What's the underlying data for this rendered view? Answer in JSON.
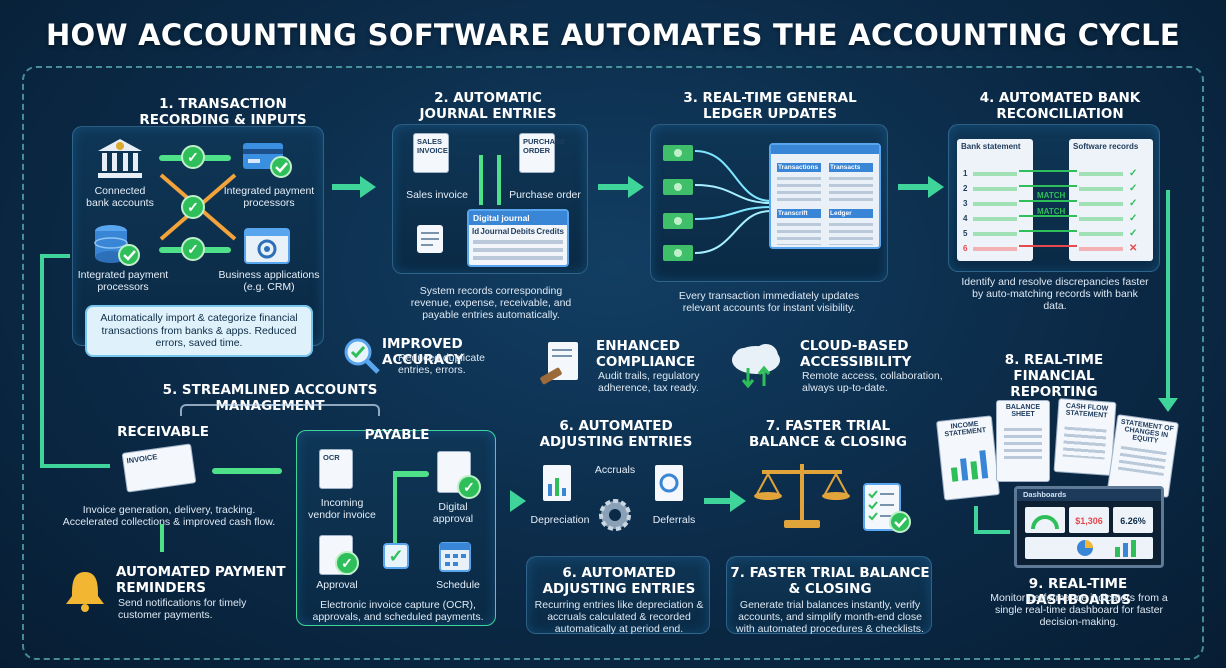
{
  "title": "HOW ACCOUNTING SOFTWARE AUTOMATES THE ACCOUNTING CYCLE",
  "sec1": {
    "title1": "1. TRANSACTION",
    "title2": "RECORDING & INPUTS",
    "bank1": "Connected",
    "bank2": "bank accounts",
    "pay1": "Integrated payment",
    "pay2": "processors",
    "pay3": "Integrated payment",
    "pay4": "processors",
    "biz1": "Business applications",
    "biz2": "(e.g. CRM)",
    "callout": "Automatically import & categorize financial transactions from banks & apps. Reduced errors, saved time."
  },
  "sec2": {
    "title1": "2. AUTOMATIC",
    "title2": "JOURNAL ENTRIES",
    "sales_doc": "SALES INVOICE",
    "purchase_doc": "PURCHASE ORDER",
    "sales": "Sales invoice",
    "purchase": "Purchase order",
    "journal": "Digital journal",
    "col_id": "Id",
    "col_journal": "Journal",
    "col_debits": "Debits",
    "col_credits": "Credits",
    "desc": "System records corresponding revenue, expense, receivable, and payable entries automatically."
  },
  "sec3": {
    "title1": "3. REAL-TIME GENERAL",
    "title2": "LEDGER UPDATES",
    "t1": "Transactions",
    "t2": "Transacts",
    "t3": "Transcrift",
    "t4": "Ledger",
    "desc": "Every transaction immediately updates relevant accounts for instant visibility."
  },
  "sec4": {
    "title1": "4. AUTOMATED BANK",
    "title2": "RECONCILIATION",
    "bank_statement": "Bank statement",
    "software_records": "Software records",
    "rows": [
      "1",
      "2",
      "3",
      "4",
      "5",
      "6"
    ],
    "match1": "MATCH",
    "match2": "MATCH",
    "desc": "Identify and resolve discrepancies faster by auto-matching records with bank data."
  },
  "accuracy": {
    "title": "IMPROVED ACCURACY",
    "desc": "Reduced duplicate entries, errors."
  },
  "compliance": {
    "title1": "ENHANCED",
    "title2": "COMPLIANCE",
    "desc": "Audit trails, regulatory adherence, tax ready."
  },
  "cloud": {
    "title1": "CLOUD-BASED",
    "title2": "ACCESSIBILITY",
    "desc": "Remote access, collaboration, always up-to-date."
  },
  "sec5": {
    "title": "5. STREAMLINED ACCOUNTS MANAGEMENT",
    "receivable": "RECEIVABLE",
    "payable": "PAYABLE",
    "invoice": "INVOICE",
    "rec_desc": "Invoice generation, delivery, tracking. Accelerated collections & improved cash flow.",
    "ocr": "OCR",
    "incoming1": "Incoming",
    "incoming2": "vendor invoice",
    "digital1": "Digital",
    "digital2": "approval",
    "approval": "Approval",
    "schedule": "Schedule",
    "pay_desc": "Electronic invoice capture (OCR), approvals, and scheduled payments.",
    "reminder_title1": "AUTOMATED PAYMENT",
    "reminder_title2": "REMINDERS",
    "reminder_desc": "Send notifications for timely customer payments."
  },
  "sec6": {
    "title1": "6. AUTOMATED",
    "title2": "ADJUSTING ENTRIES",
    "accruals": "Accruals",
    "depreciation": "Depreciation",
    "deferrals": "Deferrals",
    "box_title1": "6. AUTOMATED",
    "box_title2": "ADJUSTING ENTRIES",
    "desc": "Recurring entries like depreciation & accruals calculated & recorded automatically at period end."
  },
  "sec7": {
    "title1": "7. FASTER TRIAL",
    "title2": "BALANCE & CLOSING",
    "box_title1": "7. FASTER TRIAL BALANCE",
    "box_title2": "& CLOSING",
    "desc": "Generate trial balances instantly, verify accounts, and simplify month-end close with automated procedures & checklists."
  },
  "sec8": {
    "title1": "8. REAL-TIME",
    "title2": "FINANCIAL REPORTING",
    "income": "INCOME STATEMENT",
    "balance": "BALANCE SHEET",
    "cashflow": "CASH FLOW STATEMENT",
    "equity": "STATEMENT OF CHANGES IN EQUITY"
  },
  "sec9": {
    "dashboards": "Dashboards",
    "v1": "$1,306",
    "v2": "6.26%",
    "title": "9. REAL-TIME DASHBOARDS",
    "desc": "Monitor performance indicators from a single real-time dashboard for faster decision-making."
  },
  "colors": {
    "accent": "#3fd59a",
    "check": "#2fbf5a",
    "bg": "#0b2a47",
    "red": "#e5484d"
  }
}
